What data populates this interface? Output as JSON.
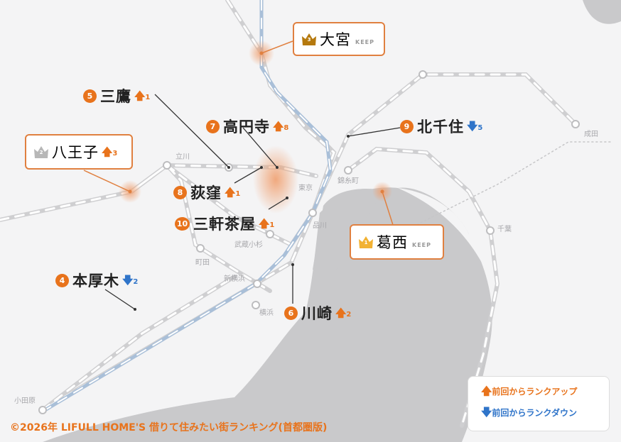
{
  "title": "LIFULL HOME'S 借りて住みたい街ランキング（首都圏版）",
  "colors": {
    "accent_orange": "#e8731c",
    "down_blue": "#2f74c9",
    "gold": "#f2b233",
    "silver": "#b7b7b7",
    "bronze": "#b5790e",
    "land": "#f4f4f5",
    "sea": "#c8c8ca"
  },
  "top_ranks": [
    {
      "rank": "1",
      "name": "葛西",
      "status": "KEEP",
      "crown": "gold-crown"
    },
    {
      "rank": "2",
      "name": "八王子",
      "change_dir": "up",
      "change": "3",
      "crown": "silver-crown"
    },
    {
      "rank": "3",
      "name": "大宮",
      "status": "KEEP",
      "crown": "bronze-crown"
    }
  ],
  "ranks": [
    {
      "rank": "4",
      "name": "本厚木",
      "change_dir": "down",
      "change": "2"
    },
    {
      "rank": "5",
      "name": "三鷹",
      "change_dir": "up",
      "change": "1"
    },
    {
      "rank": "6",
      "name": "川崎",
      "change_dir": "up",
      "change": "2"
    },
    {
      "rank": "7",
      "name": "高円寺",
      "change_dir": "up",
      "change": "8"
    },
    {
      "rank": "8",
      "name": "荻窪",
      "change_dir": "up",
      "change": "1"
    },
    {
      "rank": "9",
      "name": "北千住",
      "change_dir": "down",
      "change": "5"
    },
    {
      "rank": "10",
      "name": "三軒茶屋",
      "change_dir": "up",
      "change": "1"
    }
  ],
  "arrows": {
    "up": "🡅",
    "down": "🡇"
  },
  "stations": [
    "立川",
    "東京",
    "品川",
    "武蔵小杉",
    "町田",
    "新横浜",
    "横浜",
    "錦糸町",
    "千葉",
    "成田",
    "小田原"
  ],
  "legend": {
    "up": "前回からランクアップ",
    "down": "前回からランクダウン"
  },
  "credit": "©2026年 LIFULL HOME'S 借りて住みたい街ランキング(首都圏版)"
}
